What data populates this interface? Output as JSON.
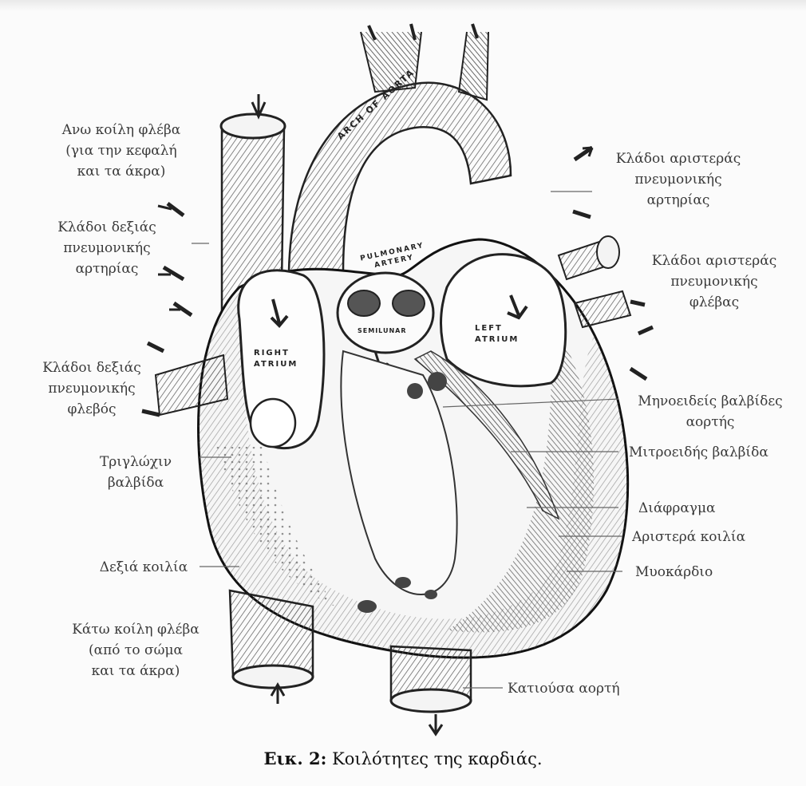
{
  "diagram": {
    "labels": {
      "superior_vena_cava": [
        "Ανω κοίλη φλέβα",
        "(για την κεφαλή",
        "και τα άκρα)"
      ],
      "right_pulmonary_artery_branches": [
        "Κλάδοι δεξιάς",
        "πνευμονικής",
        "αρτηρίας"
      ],
      "right_pulmonary_vein_branches": [
        "Κλάδοι δεξιάς",
        "πνευμονικής",
        "φλεβός"
      ],
      "tricuspid_valve": [
        "Τριγλώχιν",
        "βαλβίδα"
      ],
      "right_ventricle": "Δεξιά κοιλία",
      "inferior_vena_cava": [
        "Κάτω κοίλη φλέβα",
        "(από το σώμα",
        "και τα άκρα)"
      ],
      "left_pulmonary_artery_branches": [
        "Κλάδοι αριστεράς",
        "πνευμονικής",
        "αρτηρίας"
      ],
      "left_pulmonary_vein_branches": [
        "Κλάδοι αριστεράς",
        "πνευμονικής",
        "φλέβας"
      ],
      "aortic_semilunar_valves": [
        "Μηνοειδείς βαλβίδες",
        "αορτής"
      ],
      "mitral_valve": "Μιτροειδής βαλβίδα",
      "septum": "Διάφραγμα",
      "left_ventricle": "Αριστερά κοιλία",
      "myocardium": "Μυοκάρδιο",
      "descending_aorta": "Κατιούσα αορτή"
    },
    "inner_labels": {
      "arch_of_aorta": "ARCH OF AORTA",
      "pulmonary_artery": [
        "PULMONARY",
        "ARTERY"
      ],
      "semilunar": "SEMILUNAR",
      "right_atrium": [
        "RIGHT",
        "ATRIUM"
      ],
      "left_atrium": [
        "LEFT",
        "ATRIUM"
      ]
    },
    "caption": {
      "number": "Εικ. 2:",
      "text": " Κοιλότητες της καρδιάς."
    }
  }
}
